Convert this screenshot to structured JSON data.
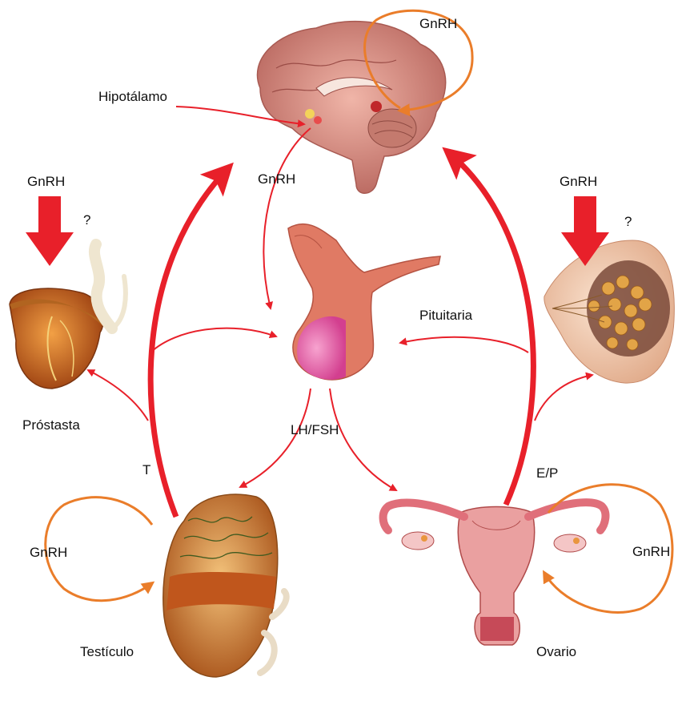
{
  "labels": {
    "gnrh_top": "GnRH",
    "hipotalamo": "Hipotálamo",
    "gnrh_center": "GnRH",
    "gnrh_left": "GnRH",
    "q_left": "?",
    "gnrh_right": "GnRH",
    "q_right": "?",
    "pituitaria": "Pituitaria",
    "prostata": "Próstasta",
    "lh_fsh": "LH/FSH",
    "t": "T",
    "ep": "E/P",
    "gnrh_testis": "GnRH",
    "gnrh_ovary": "GnRH",
    "testiculo": "Testículo",
    "ovario": "Ovario"
  },
  "colors": {
    "arrow_red": "#e8202a",
    "loop_orange": "#ea7d2a",
    "loop_dark": "#3a3a3a",
    "brain": "#d98a80",
    "pituitary_pink": "#e85ca8",
    "prostate": "#c8651c",
    "breast": "#f1cdb0",
    "uterus": "#e88a8a"
  }
}
